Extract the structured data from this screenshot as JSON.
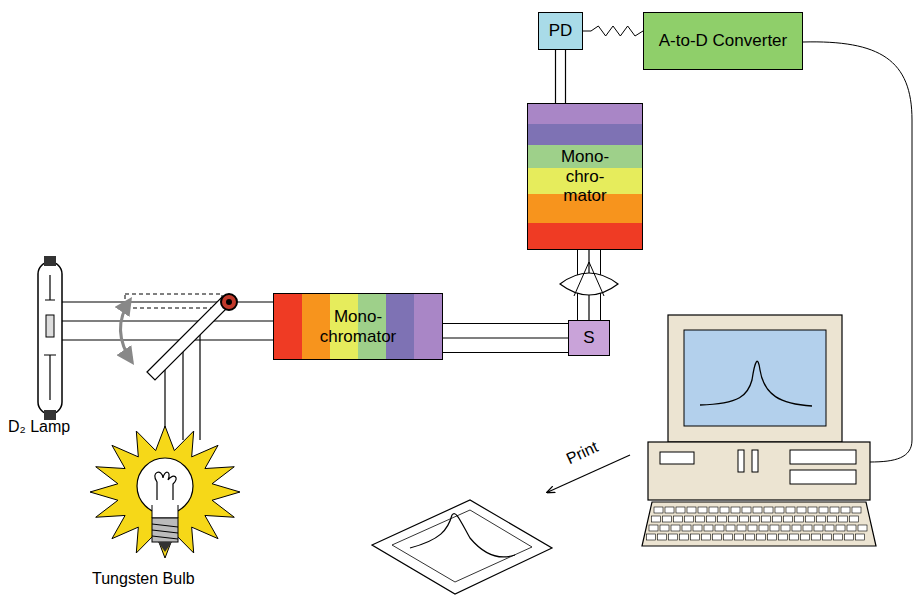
{
  "diagram": {
    "nodes": [
      {
        "text": [
          "Mono- chromator"
        ]
      },
      {
        "text": [
          "S"
        ]
      },
      {
        "text": [
          "Mono- chro- mator"
        ]
      },
      {
        "text": [
          "PD"
        ]
      },
      {
        "text": [
          "A-to-D Converter"
        ]
      }
    ],
    "edges": [
      {
        "from": 0,
        "to": 1,
        "arrow": "none"
      },
      {
        "from": 1,
        "to": 2,
        "arrow": "none"
      },
      {
        "from": 2,
        "to": 3,
        "arrow": "none"
      },
      {
        "from": 3,
        "to": 4,
        "arrow": "none"
      }
    ],
    "labels": [
      "D₂ Lamp",
      "Tungsten Bulb",
      "Print"
    ]
  }
}
